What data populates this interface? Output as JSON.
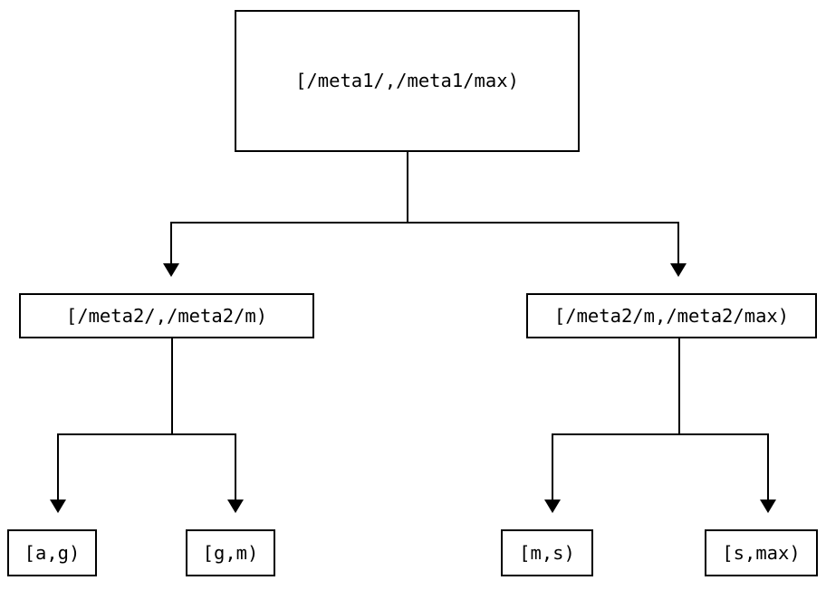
{
  "diagram": {
    "type": "tree",
    "title": "",
    "background_color": "#ffffff",
    "line_color": "#000000",
    "text_color": "#000000",
    "nodes": {
      "root": {
        "label": "[/meta1/,/meta1/max)"
      },
      "mid_left": {
        "label": "[/meta2/,/meta2/m)"
      },
      "mid_right": {
        "label": "[/meta2/m,/meta2/max)"
      },
      "leaf_1": {
        "label": "[a,g)"
      },
      "leaf_2": {
        "label": "[g,m)"
      },
      "leaf_3": {
        "label": "[m,s)"
      },
      "leaf_4": {
        "label": "[s,max)"
      }
    },
    "edges": [
      {
        "from": "root",
        "to": "mid_left"
      },
      {
        "from": "root",
        "to": "mid_right"
      },
      {
        "from": "mid_left",
        "to": "leaf_1"
      },
      {
        "from": "mid_left",
        "to": "leaf_2"
      },
      {
        "from": "mid_right",
        "to": "leaf_3"
      },
      {
        "from": "mid_right",
        "to": "leaf_4"
      }
    ]
  }
}
